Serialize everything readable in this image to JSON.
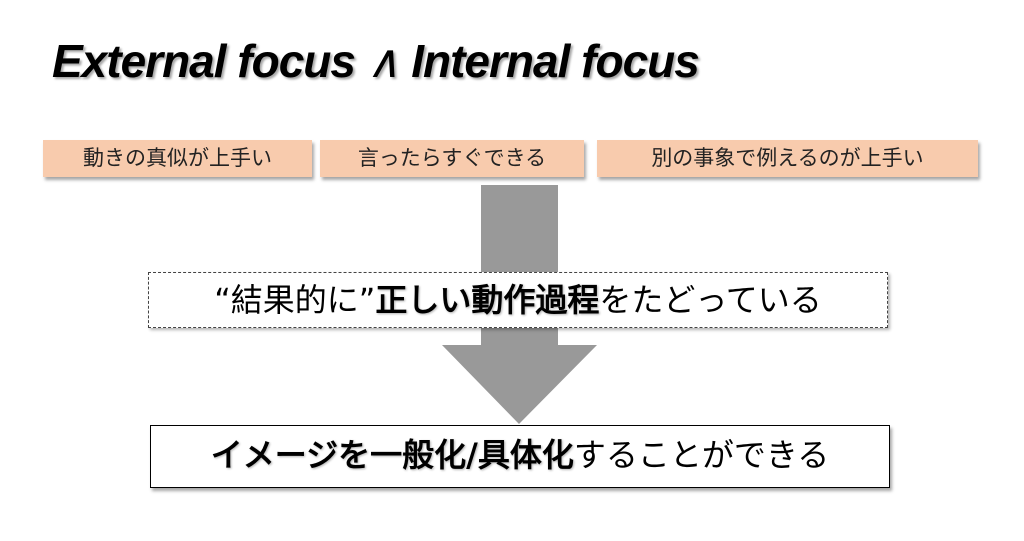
{
  "title": {
    "left": "External focus",
    "operator": "∧",
    "right": "Internal focus"
  },
  "traits": [
    {
      "label": "動きの真似が上手い"
    },
    {
      "label": "言ったらすぐできる"
    },
    {
      "label": "別の事象で例えるのが上手い"
    }
  ],
  "middle": {
    "prefix": "“結果的に”",
    "bold": "正しい動作過程",
    "suffix": "をたどっている"
  },
  "bottom": {
    "bold": "イメージを一般化/具体化",
    "suffix": "することができる"
  },
  "colors": {
    "tag_bg": "#f8cbad",
    "arrow": "#999999"
  }
}
